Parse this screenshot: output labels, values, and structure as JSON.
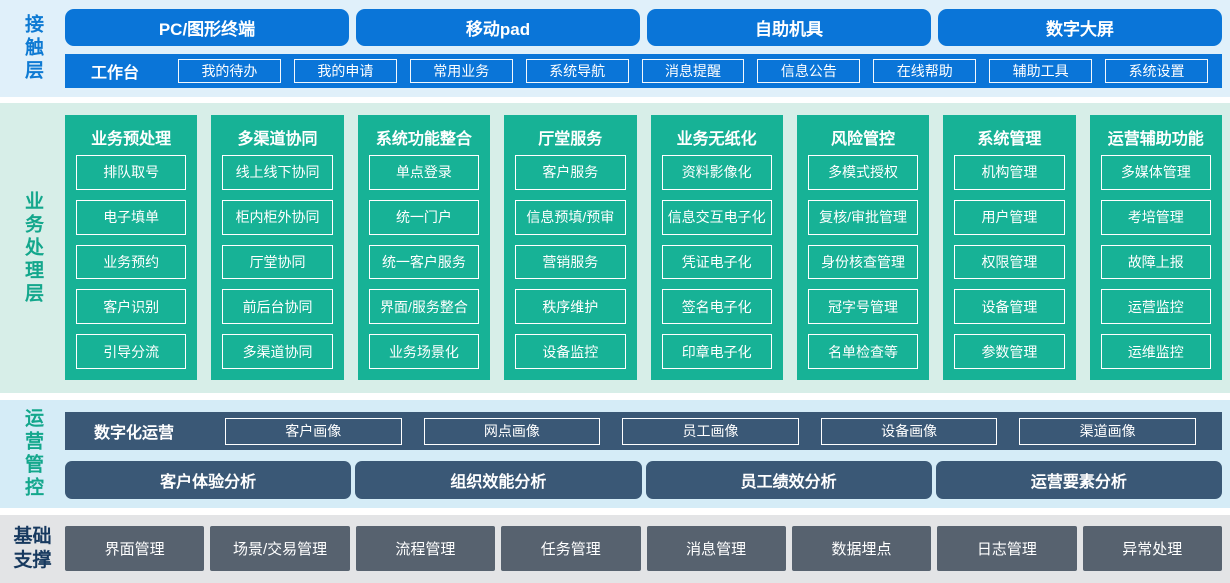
{
  "colors": {
    "blue": "#0a75d8",
    "blue_section_bg": "#e0f0fa",
    "green": "#17b296",
    "green_section_bg": "#d7eee8",
    "slate": "#3a5876",
    "slate_section_bg": "#d5ecf7",
    "gray": "#57626f",
    "gray_section_bg": "#e3e4e6"
  },
  "contact_layer": {
    "label": "接触层",
    "terminals": [
      "PC/图形终端",
      "移动pad",
      "自助机具",
      "数字大屏"
    ],
    "workbench": {
      "label": "工作台",
      "items": [
        "我的待办",
        "我的申请",
        "常用业务",
        "系统导航",
        "消息提醒",
        "信息公告",
        "在线帮助",
        "辅助工具",
        "系统设置"
      ]
    }
  },
  "business_layer": {
    "label": "业务处理层",
    "columns": [
      {
        "title": "业务预处理",
        "items": [
          "排队取号",
          "电子填单",
          "业务预约",
          "客户识别",
          "引导分流"
        ]
      },
      {
        "title": "多渠道协同",
        "items": [
          "线上线下协同",
          "柜内柜外协同",
          "厅堂协同",
          "前后台协同",
          "多渠道协同"
        ]
      },
      {
        "title": "系统功能整合",
        "items": [
          "单点登录",
          "统一门户",
          "统一客户服务",
          "界面/服务整合",
          "业务场景化"
        ]
      },
      {
        "title": "厅堂服务",
        "items": [
          "客户服务",
          "信息预填/预审",
          "营销服务",
          "秩序维护",
          "设备监控"
        ]
      },
      {
        "title": "业务无纸化",
        "items": [
          "资料影像化",
          "信息交互电子化",
          "凭证电子化",
          "签名电子化",
          "印章电子化"
        ]
      },
      {
        "title": "风险管控",
        "items": [
          "多模式授权",
          "复核/审批管理",
          "身份核查管理",
          "冠字号管理",
          "名单检查等"
        ]
      },
      {
        "title": "系统管理",
        "items": [
          "机构管理",
          "用户管理",
          "权限管理",
          "设备管理",
          "参数管理"
        ]
      },
      {
        "title": "运营辅助功能",
        "items": [
          "多媒体管理",
          "考培管理",
          "故障上报",
          "运营监控",
          "运维监控"
        ]
      }
    ]
  },
  "operations_layer": {
    "label": "运营管控",
    "digital_ops": {
      "label": "数字化运营",
      "items": [
        "客户画像",
        "网点画像",
        "员工画像",
        "设备画像",
        "渠道画像"
      ]
    },
    "analysis": [
      "客户体验分析",
      "组织效能分析",
      "员工绩效分析",
      "运营要素分析"
    ]
  },
  "foundation_layer": {
    "label": "基础支撑",
    "items": [
      "界面管理",
      "场景/交易管理",
      "流程管理",
      "任务管理",
      "消息管理",
      "数据埋点",
      "日志管理",
      "异常处理"
    ]
  }
}
